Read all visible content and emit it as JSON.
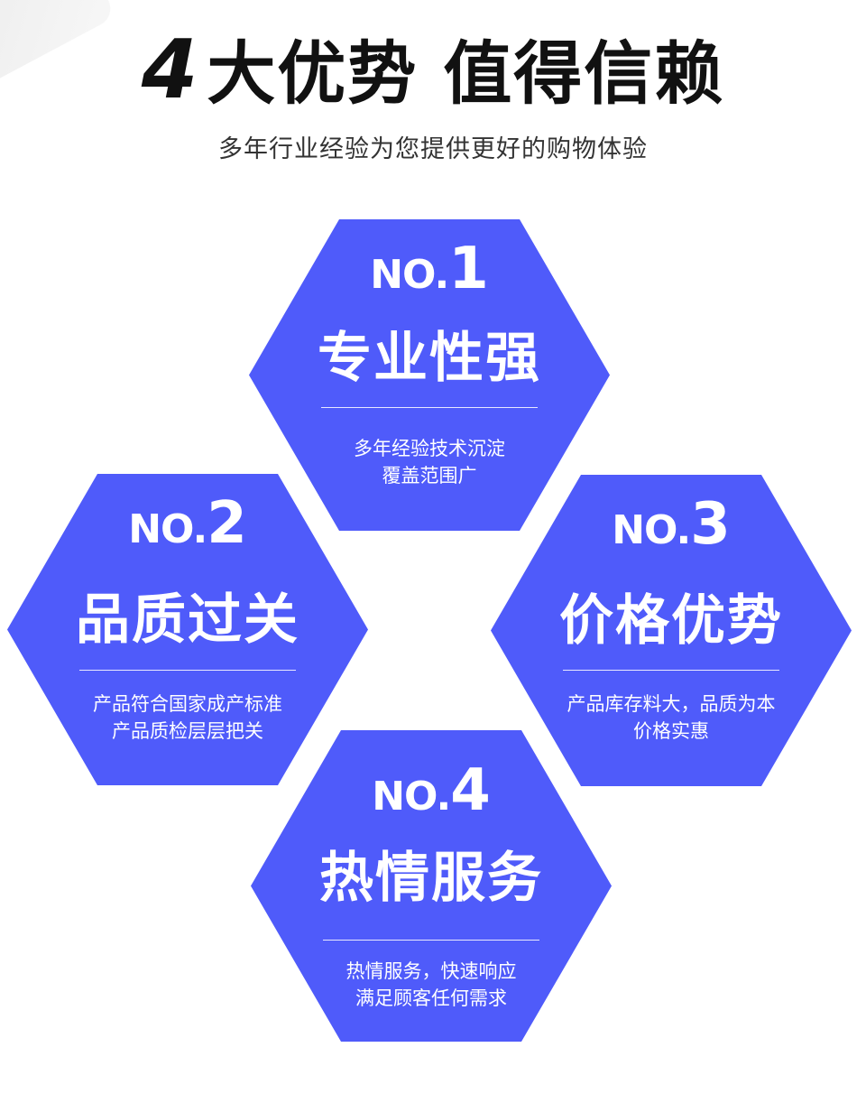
{
  "colors": {
    "hexagon": "#4f5bfa",
    "headline": "#111111",
    "subtitle": "#333333"
  },
  "header": {
    "headline_number": "4",
    "headline_part1": "大优势",
    "headline_part2": "值得信赖",
    "subtitle": "多年行业经验为您提供更好的购物体验"
  },
  "advantages": [
    {
      "no_label": "NO.",
      "no_num": "1",
      "title": "专业性强",
      "desc_line1": "多年经验技术沉淀",
      "desc_line2": "覆盖范围广"
    },
    {
      "no_label": "NO.",
      "no_num": "2",
      "title": "品质过关",
      "desc_line1": "产品符合国家成产标准",
      "desc_line2": "产品质检层层把关"
    },
    {
      "no_label": "NO.",
      "no_num": "3",
      "title": "价格优势",
      "desc_line1": "产品库存料大，品质为本",
      "desc_line2": "价格实惠"
    },
    {
      "no_label": "NO.",
      "no_num": "4",
      "title": "热情服务",
      "desc_line1": "热情服务，快速响应",
      "desc_line2": "满足顾客任何需求"
    }
  ]
}
